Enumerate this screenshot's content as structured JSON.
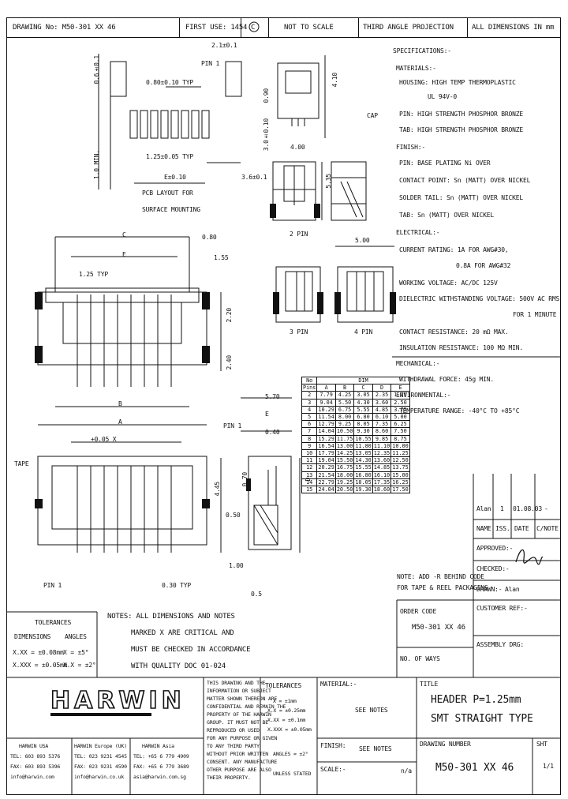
{
  "header": {
    "drawing_no": "DRAWING No: M50-301 XX 46",
    "first_use": "FIRST USE: 1454",
    "revision": "C",
    "notes_ref": "NOT TO SCALE",
    "projection": "THIRD ANGLE PROJECTION",
    "units": "ALL DIMENSIONS IN mm"
  },
  "labels": {
    "pin1_top": "PIN 1",
    "pitch_080": "0.80±0.10 TYP",
    "pitch_125_top": "1.25±0.05 TYP",
    "dim_e": "E±0.10",
    "dim_36": "3.6±0.1",
    "dim_21": "2.1±0.1",
    "dim_06": "0.6±0.1",
    "dim_10min": "1.0 MIN.",
    "dim_30": "3.0±0.10",
    "dim_09": "0.90",
    "dim_41": "4.10",
    "dim_40": "4.00",
    "dim_535": "5.35",
    "dim_50": "5.00",
    "cap": "CAP",
    "pcb_layout_1": "PCB LAYOUT FOR",
    "pcb_layout_2": "SURFACE MOUNTING",
    "two_pin": "2 PIN",
    "three_pin": "3 PIN",
    "four_pin": "4 PIN",
    "c_top": "C",
    "e_top": "E",
    "d080": "0.80",
    "d155": "1.55",
    "d125": "1.25 TYP",
    "d220": "2.20",
    "d240": "2.40",
    "b_dim": "B",
    "a_dim": "A",
    "d005": "+0.05 X",
    "d050": "0.50",
    "d570": "5.70",
    "d_e": "E",
    "d040": "0.40",
    "d445": "4.45",
    "d070": "0.70",
    "d_d": "D",
    "tape": "TAPE",
    "pin1_bot": "PIN 1",
    "pin1_right": "PIN 1",
    "d030": "0.30 TYP",
    "d100": "1.00",
    "d05": "0.5"
  },
  "specs": [
    "SPECIFICATIONS:-",
    "MATERIALS:-",
    "HOUSING: HIGH TEMP THERMOPLASTIC",
    "UL 94V-0",
    "PIN: HIGH STRENGTH PHOSPHOR BRONZE",
    "TAB: HIGH STRENGTH PHOSPHOR BRONZE",
    "FINISH:-",
    "PIN: BASE PLATING Ni OVER",
    "CONTACT POINT: Sn (MATT) OVER NICKEL",
    "SOLDER TAIL: Sn (MATT) OVER NICKEL",
    "TAB: Sn (MATT) OVER NICKEL",
    "ELECTRICAL:-",
    "CURRENT RATING: 1A FOR AWG#30,",
    "0.8A FOR AWG#32",
    "WORKING VOLTAGE: AC/DC 125V",
    "DIELECTRIC WITHSTANDING VOLTAGE: 500V AC RMS",
    "FOR 1 MINUTE",
    "CONTACT RESISTANCE: 20 mΩ MAX.",
    "INSULATION RESISTANCE: 100 MΩ MIN.",
    "MECHANICAL:-",
    "WITHDRAWAL FORCE: 45g MIN.",
    "ENVIRONMENTAL:-",
    "TEMPERATURE RANGE: -40°C TO +85°C"
  ],
  "dim_table": {
    "header1": [
      "No",
      "DIM"
    ],
    "header2": [
      "Pins",
      "A",
      "B",
      "C",
      "D",
      "E"
    ],
    "rows": [
      [
        "2",
        "7.79",
        "4.25",
        "3.05",
        "2.35",
        "1.25"
      ],
      [
        "3",
        "9.04",
        "5.50",
        "4.30",
        "3.60",
        "2.50"
      ],
      [
        "4",
        "10.29",
        "6.75",
        "5.55",
        "4.85",
        "3.75"
      ],
      [
        "5",
        "11.54",
        "8.00",
        "6.80",
        "6.10",
        "5.00"
      ],
      [
        "6",
        "12.79",
        "9.25",
        "8.05",
        "7.35",
        "6.25"
      ],
      [
        "7",
        "14.04",
        "10.50",
        "9.30",
        "8.60",
        "7.50"
      ],
      [
        "8",
        "15.29",
        "11.75",
        "10.55",
        "9.85",
        "8.75"
      ],
      [
        "9",
        "16.54",
        "13.00",
        "11.80",
        "11.10",
        "10.00"
      ],
      [
        "10",
        "17.79",
        "14.25",
        "13.05",
        "12.35",
        "11.25"
      ],
      [
        "11",
        "19.04",
        "15.50",
        "14.30",
        "13.60",
        "12.50"
      ],
      [
        "12",
        "20.29",
        "16.75",
        "15.55",
        "14.85",
        "13.75"
      ],
      [
        "13",
        "21.54",
        "18.00",
        "16.80",
        "16.10",
        "15.00"
      ],
      [
        "14",
        "22.79",
        "19.25",
        "18.05",
        "17.35",
        "16.25"
      ],
      [
        "15",
        "24.04",
        "20.50",
        "19.30",
        "18.60",
        "17.50"
      ]
    ]
  },
  "revisions": {
    "row1": [
      "Alan",
      "1",
      "01.08.03",
      "-"
    ],
    "row2": [
      "NAME",
      "ISS.",
      "DATE",
      "C/NOTE"
    ],
    "approved": "APPROVED:-",
    "checked": "CHECKED:-",
    "drawn": "DRAWN:-",
    "drawn_by": "Alan"
  },
  "tape_note": [
    "NOTE: ADD -R BEHIND CODE",
    "FOR TAPE & REEL PACKAGING"
  ],
  "order_code": {
    "label": "ORDER CODE",
    "value": "M50-301 XX 46",
    "ways": "NO. OF WAYS",
    "customer": "CUSTOMER REF:-",
    "assembly": "ASSEMBLY DRG:"
  },
  "tolerances": {
    "title": "TOLERANCES",
    "col1": "DIMENSIONS",
    "col2": "ANGLES",
    "l1a": "X.XX = ±0.08mm",
    "l1b": "X = ±5°",
    "l2a": "X.XXX = ±0.05mm",
    "l2b": "X.X = ±2°"
  },
  "notes": [
    "NOTES: ALL DIMENSIONS AND NOTES",
    "MARKED X ARE CRITICAL AND",
    "MUST BE CHECKED IN ACCORDANCE",
    "WITH QUALITY DOC 01-024"
  ],
  "logo": "HARWIN",
  "addresses": {
    "usa": [
      "HARWIN USA",
      "TEL: 603 893 5376",
      "FAX: 603 893 5396",
      "info@harwin.com"
    ],
    "uk": [
      "HARWIN Europe (UK)",
      "TEL: 023 9231 4545",
      "FAX: 023 9231 4590",
      "info@harwin.co.uk"
    ],
    "asia": [
      "HARWIN Asia",
      "TEL: +65 6 779 4909",
      "FAX: +65 6 779 3689",
      "asia@harwin.com.sg"
    ]
  },
  "copyright": [
    "THIS DRAWING AND THE",
    "INFORMATION OR SUBJECT",
    "MATTER SHOWN THEREON ARE",
    "CONFIDENTIAL AND REMAIN THE",
    "PROPERTY OF THE HARWIN",
    "GROUP. IT MUST NOT BE",
    "REPRODUCED OR USED",
    "FOR ANY PURPOSE OR GIVEN",
    "TO ANY THIRD PARTY",
    "WITHOUT PRIOR WRITTEN",
    "CONSENT. ANY MANUFACTURE",
    "OTHER PURPOSE ARE ALSO",
    "THEIR PROPERTY."
  ],
  "tol_block": {
    "title": "TOLERANCES",
    "l1": "X = ±1mm",
    "l2": "X.X = ±0.25mm",
    "l3": "X.XX = ±0.1mm",
    "l4": "X.XXX = ±0.05mm",
    "l5": "ANGLES = ±2°",
    "l6": "UNLESS STATED"
  },
  "material": {
    "label": "MATERIAL:-",
    "value": "SEE NOTES"
  },
  "finish": {
    "label": "FINISH:",
    "value": "SEE NOTES"
  },
  "scale": {
    "label": "SCALE:-",
    "value": "n/a"
  },
  "title_block": {
    "label": "TITLE",
    "line1": "HEADER P=1.25mm",
    "line2": "SMT STRAIGHT TYPE",
    "dwg_label": "DRAWING NUMBER",
    "dwg_value": "M50-301 XX 46",
    "sht_label": "SHT",
    "sht_value": "1/1"
  }
}
